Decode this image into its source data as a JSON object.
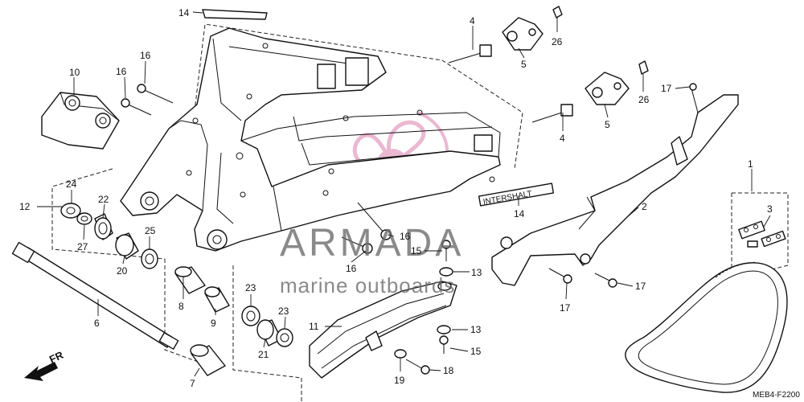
{
  "diagram": {
    "catalog_code": "MEB4-F2200",
    "direction_label": "FR",
    "emblem_text": "INTERSHALT"
  },
  "watermark": {
    "brand": "ARMADA",
    "tagline": "marine outboards",
    "logo_color": "#e7a7c7",
    "text_color": "#6a6a6a"
  },
  "callouts": [
    {
      "label": "14"
    },
    {
      "label": "4"
    },
    {
      "label": "26"
    },
    {
      "label": "10"
    },
    {
      "label": "16"
    },
    {
      "label": "16"
    },
    {
      "label": "5"
    },
    {
      "label": "26"
    },
    {
      "label": "17"
    },
    {
      "label": "5"
    },
    {
      "label": "4"
    },
    {
      "label": "1"
    },
    {
      "label": "14"
    },
    {
      "label": "2"
    },
    {
      "label": "3"
    },
    {
      "label": "12"
    },
    {
      "label": "24"
    },
    {
      "label": "22"
    },
    {
      "label": "27"
    },
    {
      "label": "25"
    },
    {
      "label": "20"
    },
    {
      "label": "16"
    },
    {
      "label": "16"
    },
    {
      "label": "15"
    },
    {
      "label": "13"
    },
    {
      "label": "17"
    },
    {
      "label": "17"
    },
    {
      "label": "6"
    },
    {
      "label": "8"
    },
    {
      "label": "23"
    },
    {
      "label": "9"
    },
    {
      "label": "23"
    },
    {
      "label": "11"
    },
    {
      "label": "21"
    },
    {
      "label": "13"
    },
    {
      "label": "15"
    },
    {
      "label": "19"
    },
    {
      "label": "18"
    },
    {
      "label": "7"
    }
  ]
}
